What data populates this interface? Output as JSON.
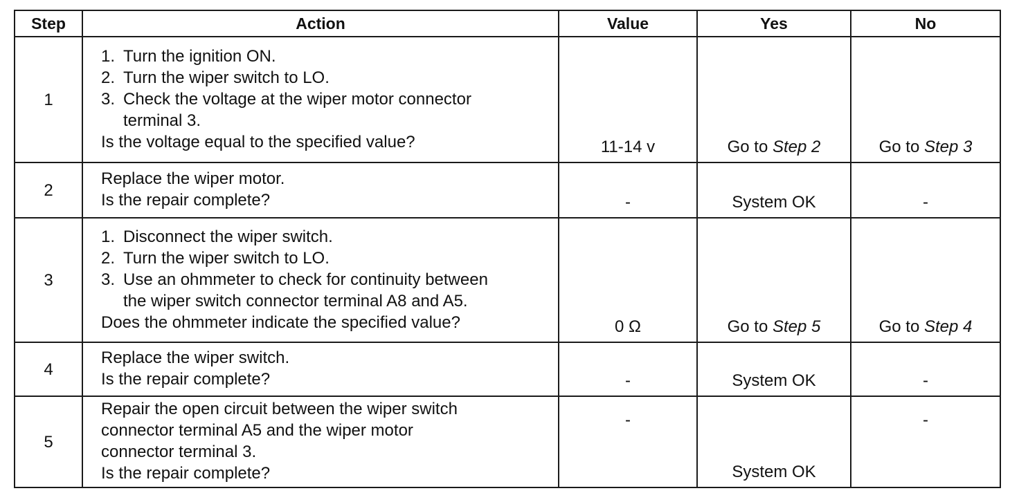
{
  "table": {
    "headers": {
      "step": "Step",
      "action": "Action",
      "value": "Value",
      "yes": "Yes",
      "no": "No"
    },
    "rows": [
      {
        "step": "1",
        "steps": [
          {
            "num": "1.",
            "text": "Turn the ignition ON."
          },
          {
            "num": "2.",
            "text": "Turn the wiper switch to LO."
          },
          {
            "num": "3.",
            "text": "Check the voltage at the wiper motor connector",
            "cont": "terminal 3."
          }
        ],
        "question": "Is the voltage equal to the specified value?",
        "value": "11-14 v",
        "yes_prefix": "Go to ",
        "yes_target": "Step 2",
        "no_prefix": "Go to ",
        "no_target": "Step 3"
      },
      {
        "step": "2",
        "lines": [
          "Replace the wiper motor.",
          "Is the repair complete?"
        ],
        "value": "-",
        "yes": "System OK",
        "no": "-"
      },
      {
        "step": "3",
        "steps": [
          {
            "num": "1.",
            "text": "Disconnect the wiper switch."
          },
          {
            "num": "2.",
            "text": "Turn the wiper switch to LO."
          },
          {
            "num": "3.",
            "text": "Use an ohmmeter to check for continuity between",
            "cont": "the wiper switch connector terminal A8 and A5."
          }
        ],
        "question": "Does the ohmmeter indicate the specified value?",
        "value": "0 Ω",
        "yes_prefix": "Go to ",
        "yes_target": "Step 5",
        "no_prefix": "Go to ",
        "no_target": "Step 4"
      },
      {
        "step": "4",
        "lines": [
          "Replace the wiper switch.",
          "Is the repair complete?"
        ],
        "value": "-",
        "yes": "System OK",
        "no": "-"
      },
      {
        "step": "5",
        "lines": [
          "Repair the open circuit between the wiper switch",
          "connector terminal A5 and the wiper motor",
          "connector terminal 3.",
          "Is the repair complete?"
        ],
        "value": "-",
        "yes": "System OK",
        "no": "-"
      }
    ]
  }
}
